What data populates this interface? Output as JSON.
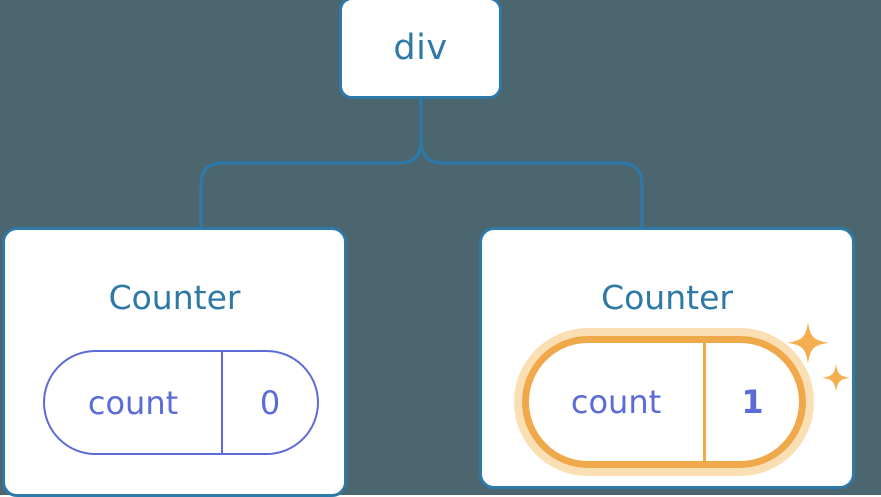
{
  "diagram": {
    "type": "component-tree",
    "background_color": "#4C6670",
    "node_border_color": "#2E79A8",
    "node_fill_color": "#FFFFFF",
    "state_color": "#5B6BD8",
    "highlight_color": "#F0A94A",
    "highlight_glow_color": "#FBDFB4"
  },
  "root": {
    "label": "div"
  },
  "children": [
    {
      "title": "Counter",
      "state": {
        "key": "count",
        "value": "0"
      },
      "highlighted": false
    },
    {
      "title": "Counter",
      "state": {
        "key": "count",
        "value": "1"
      },
      "highlighted": true,
      "sparkle_icons": [
        "sparkle-large",
        "sparkle-small"
      ]
    }
  ]
}
